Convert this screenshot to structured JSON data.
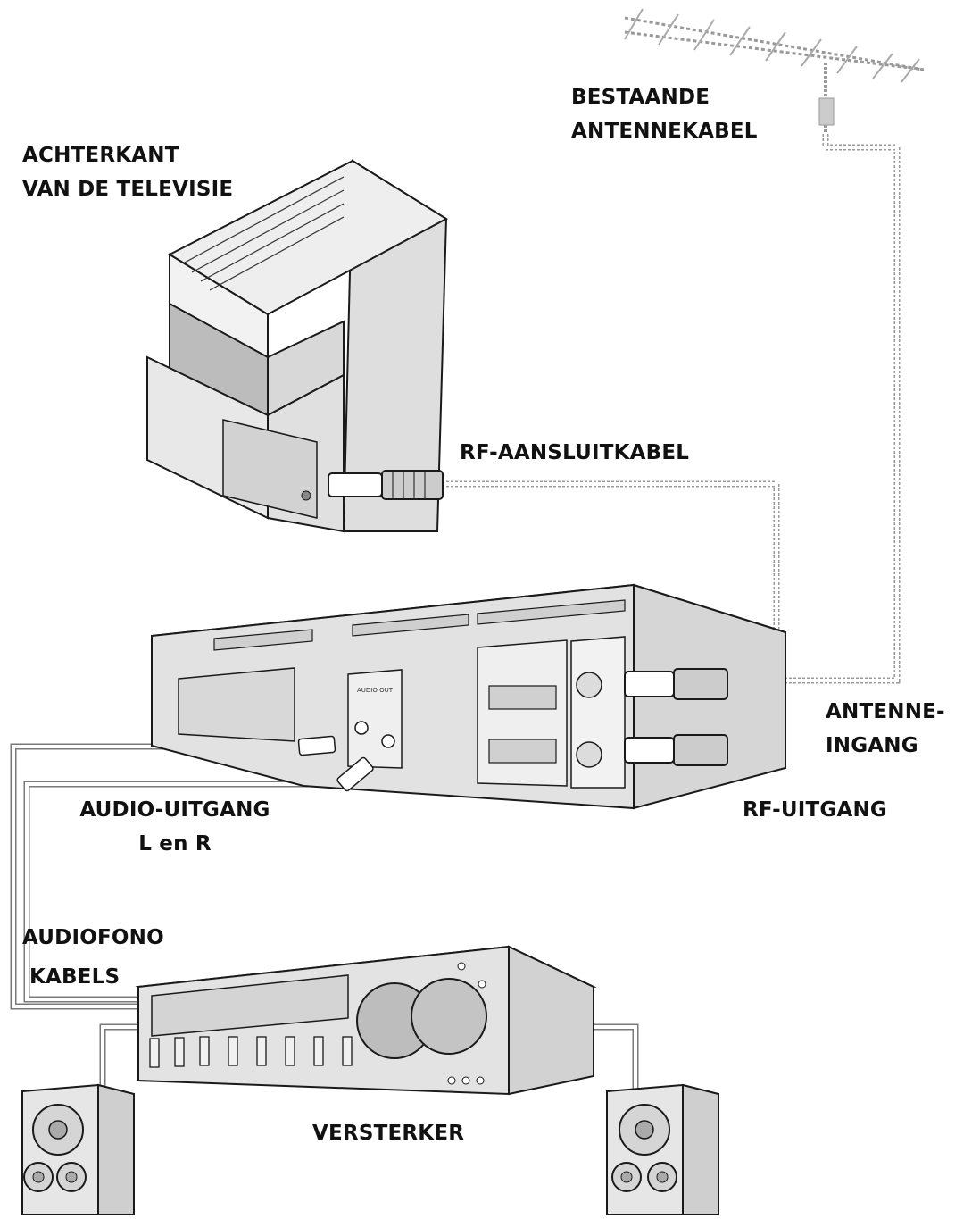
{
  "labels": {
    "existing_antenna_cable": [
      "BESTAANDE",
      "ANTENNEKABEL"
    ],
    "tv_back": [
      "ACHTERKANT",
      "VAN DE TELEVISIE"
    ],
    "rf_connection_cable": "RF-AANSLUITKABEL",
    "antenna_input": [
      "ANTENNE-",
      "INGANG"
    ],
    "rf_output": "RF-UITGANG",
    "audio_output": [
      "AUDIO-UITGANG",
      "L en R"
    ],
    "audio_cables": [
      "AUDIOFONO",
      "KABELS"
    ],
    "amplifier": "VERSTERKER"
  },
  "colors": {
    "line": "#1a1a1a",
    "fill_light": "#e6e6e6",
    "fill_mid": "#cfcfcf",
    "fill_dark": "#b5b5b5",
    "cable": "#8a8a8a"
  },
  "icons": [
    "antenna-icon",
    "tv-back-icon",
    "vcr-back-icon",
    "amplifier-icon",
    "speaker-left-icon",
    "speaker-right-icon"
  ]
}
